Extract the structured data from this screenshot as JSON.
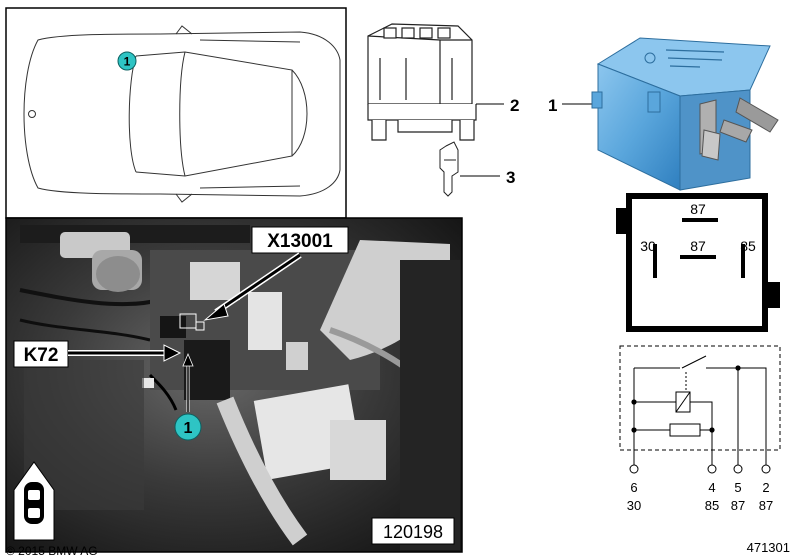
{
  "callouts": {
    "connector_housing": "2",
    "terminal": "3",
    "relay": "1",
    "car_location": "1",
    "photo_location": "1"
  },
  "photo": {
    "connector_label": "X13001",
    "relay_label": "K72",
    "photo_number": "120198"
  },
  "relay_face": {
    "top_terminal": "87",
    "left_terminal": "30",
    "center_terminal": "87",
    "right_terminal": "85"
  },
  "circuit": {
    "pins": [
      "6",
      "4",
      "5",
      "2"
    ],
    "terminals": [
      "30",
      "85",
      "87",
      "87"
    ]
  },
  "copyright": "© 2015 BMW AG",
  "diagram_number": "471301",
  "colors": {
    "callout_fill": "#2ec4c4",
    "relay_blue": "#5aa6dc",
    "photo_bg": "#2a2a2a"
  }
}
